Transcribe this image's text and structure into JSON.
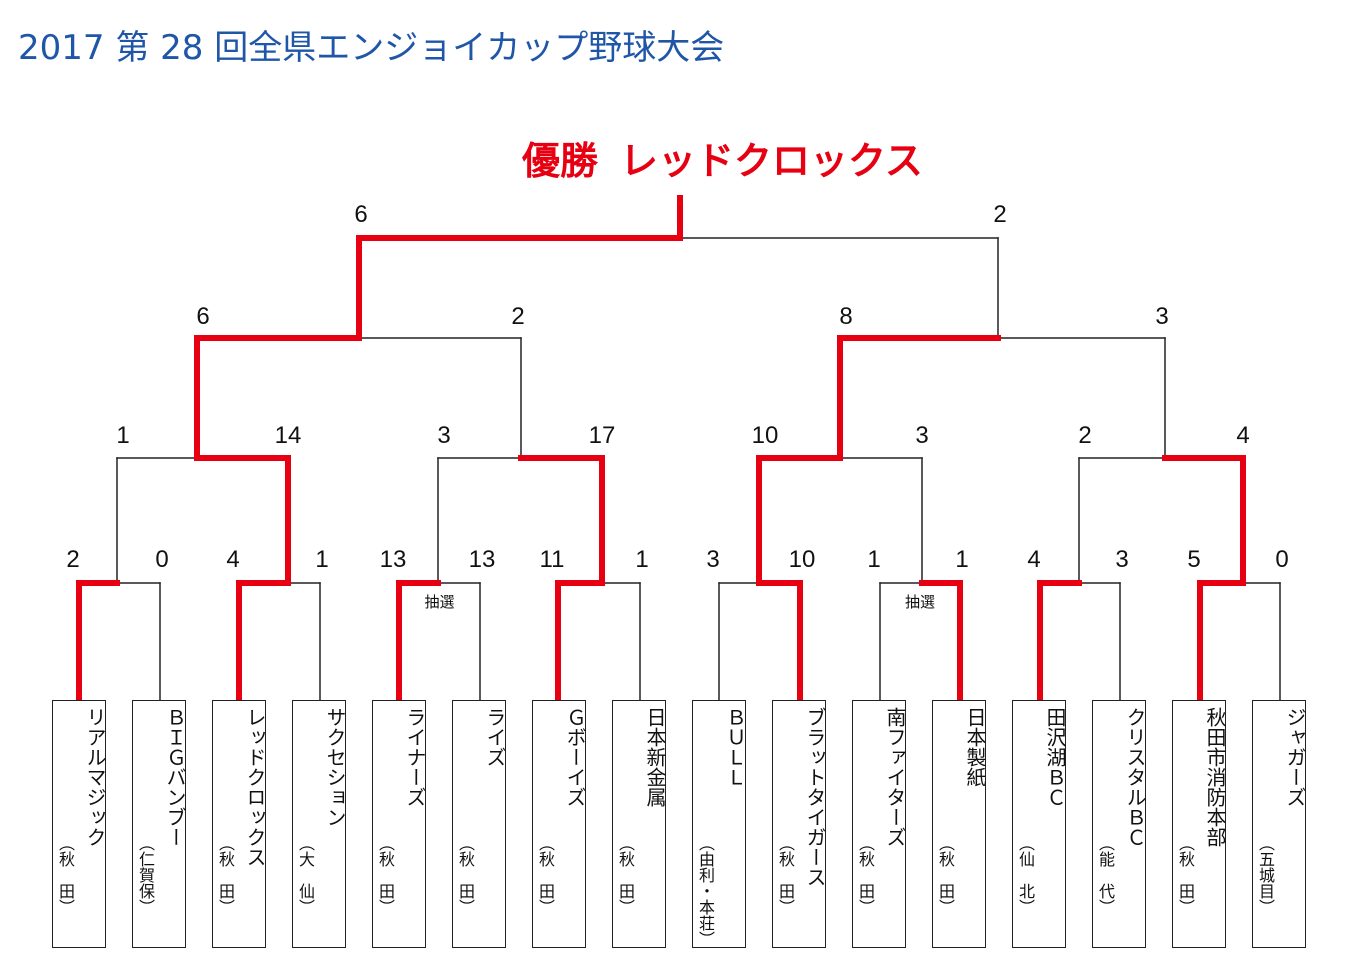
{
  "title": "2017 第 28 回全県エンジョイカップ野球大会",
  "champion": {
    "label": "優勝",
    "team": "レッドクロックス"
  },
  "colors": {
    "winner_line": "#e60012",
    "title": "#1f56a8",
    "line": "#222222"
  },
  "teams": [
    {
      "name": "リアルマジック",
      "origin": "（秋　田）"
    },
    {
      "name": "ＢＩＧバンブー",
      "origin": "（仁賀保）"
    },
    {
      "name": "レッドクロックス",
      "origin": "（秋　田）"
    },
    {
      "name": "サクセション",
      "origin": "（大　仙）"
    },
    {
      "name": "ライナーズ",
      "origin": "（秋　田）"
    },
    {
      "name": "ライズ",
      "origin": "（秋　田）"
    },
    {
      "name": "Ｇボーイズ",
      "origin": "（秋　田）"
    },
    {
      "name": "日本新金属",
      "origin": "（秋　田）"
    },
    {
      "name": "ＢＵＬＬ",
      "origin": "（由利・本荘）"
    },
    {
      "name": "ブラットタイガース",
      "origin": "（秋　田）"
    },
    {
      "name": "南ファイターズ",
      "origin": "（秋　田）"
    },
    {
      "name": "日本製紙",
      "origin": "（秋　田）"
    },
    {
      "name": "田沢湖ＢＣ",
      "origin": "（仙　北）"
    },
    {
      "name": "クリスタルＢＣ",
      "origin": "（能　代）"
    },
    {
      "name": "秋田市消防本部",
      "origin": "（秋　田）"
    },
    {
      "name": "ジャガーズ",
      "origin": "（五城目）"
    }
  ],
  "rounds": [
    {
      "matches": [
        {
          "scores": [
            "2",
            "0"
          ],
          "winner": 0,
          "note": ""
        },
        {
          "scores": [
            "4",
            "1"
          ],
          "winner": 0,
          "note": ""
        },
        {
          "scores": [
            "13",
            "13"
          ],
          "winner": 0,
          "note": "抽選"
        },
        {
          "scores": [
            "11",
            "1"
          ],
          "winner": 0,
          "note": ""
        },
        {
          "scores": [
            "3",
            "10"
          ],
          "winner": 1,
          "note": ""
        },
        {
          "scores": [
            "1",
            "1"
          ],
          "winner": 1,
          "note": "抽選"
        },
        {
          "scores": [
            "4",
            "3"
          ],
          "winner": 0,
          "note": ""
        },
        {
          "scores": [
            "5",
            "0"
          ],
          "winner": 0,
          "note": ""
        }
      ]
    },
    {
      "matches": [
        {
          "scores": [
            "1",
            "14"
          ],
          "winner": 1,
          "note": ""
        },
        {
          "scores": [
            "3",
            "17"
          ],
          "winner": 1,
          "note": ""
        },
        {
          "scores": [
            "10",
            "3"
          ],
          "winner": 0,
          "note": ""
        },
        {
          "scores": [
            "2",
            "4"
          ],
          "winner": 1,
          "note": ""
        }
      ]
    },
    {
      "matches": [
        {
          "scores": [
            "6",
            "2"
          ],
          "winner": 0,
          "note": ""
        },
        {
          "scores": [
            "8",
            "3"
          ],
          "winner": 0,
          "note": ""
        }
      ]
    },
    {
      "matches": [
        {
          "scores": [
            "6",
            "2"
          ],
          "winner": 0,
          "note": ""
        }
      ]
    }
  ]
}
